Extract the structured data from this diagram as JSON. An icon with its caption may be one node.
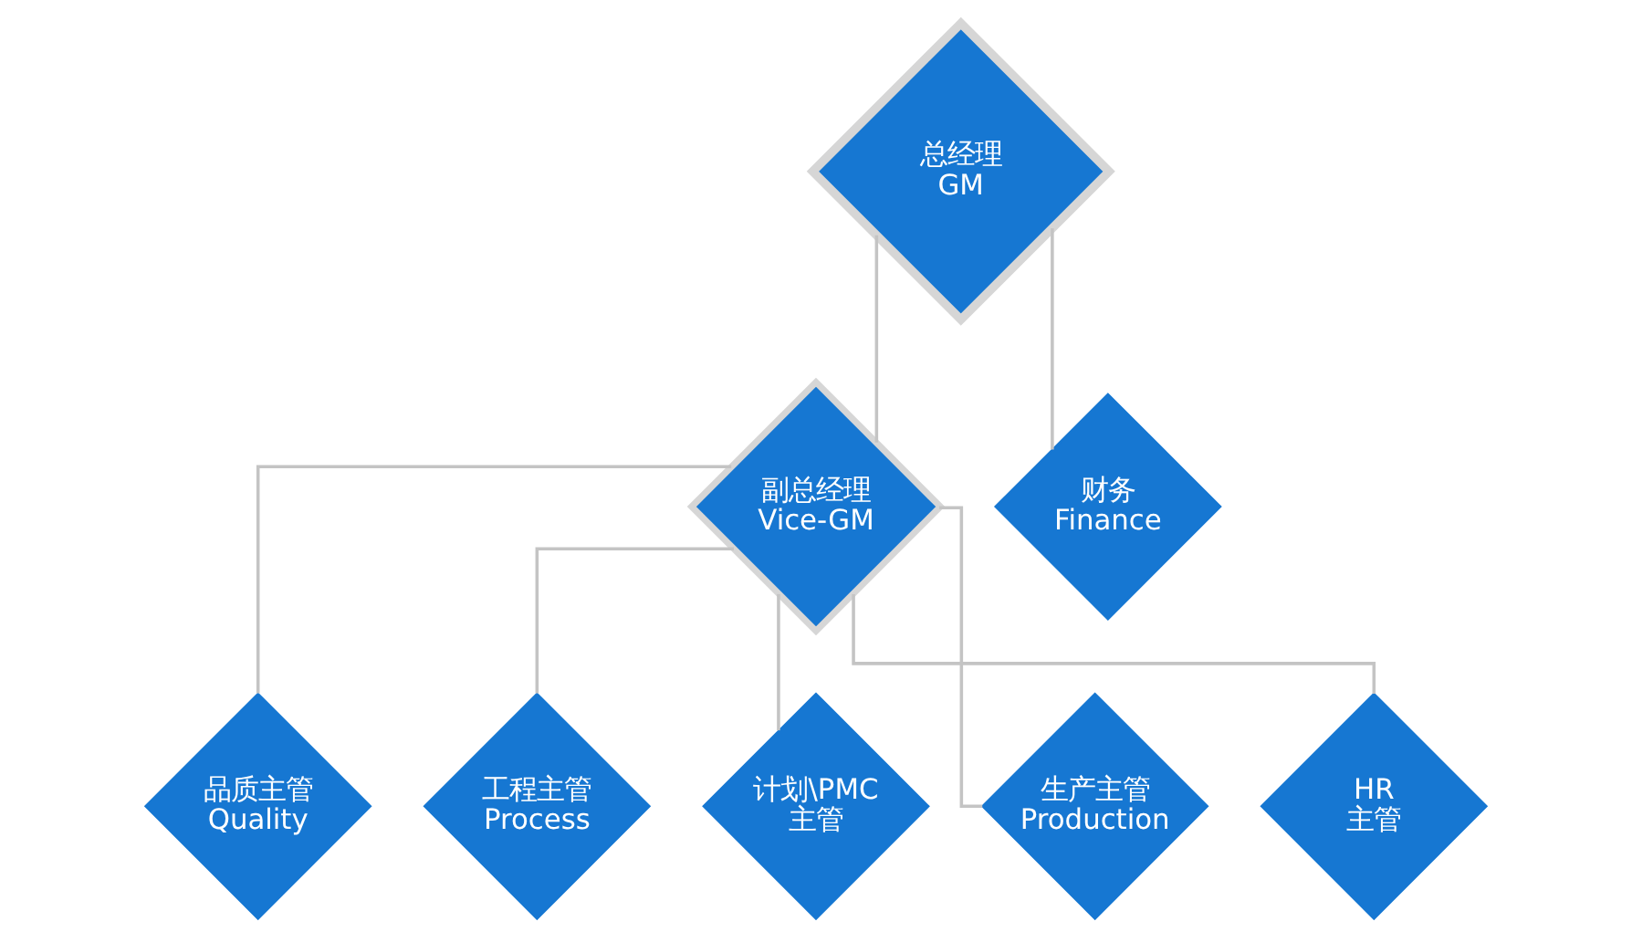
{
  "diagram": {
    "nodes": [
      {
        "text": [
          "总经理",
          "GM"
        ]
      },
      {
        "text": [
          "副总经理",
          "Vice-GM"
        ]
      },
      {
        "text": [
          "财务",
          "Finance"
        ]
      },
      {
        "text": [
          "品质主管",
          "Quality"
        ]
      },
      {
        "text": [
          "工程主管",
          "Process"
        ]
      },
      {
        "text": [
          "计划\\PMC",
          "主管"
        ]
      },
      {
        "text": [
          "生产主管",
          "Production"
        ]
      },
      {
        "text": [
          "HR",
          "主管"
        ]
      }
    ],
    "edges": [
      {
        "from": 0,
        "to": 1,
        "arrow": "none"
      },
      {
        "from": 0,
        "to": 2,
        "arrow": "none"
      },
      {
        "from": 1,
        "to": 3,
        "arrow": "none"
      },
      {
        "from": 1,
        "to": 4,
        "arrow": "none"
      },
      {
        "from": 1,
        "to": 5,
        "arrow": "none"
      },
      {
        "from": 1,
        "to": 6,
        "arrow": "none"
      },
      {
        "from": 1,
        "to": 7,
        "arrow": "none"
      }
    ]
  }
}
